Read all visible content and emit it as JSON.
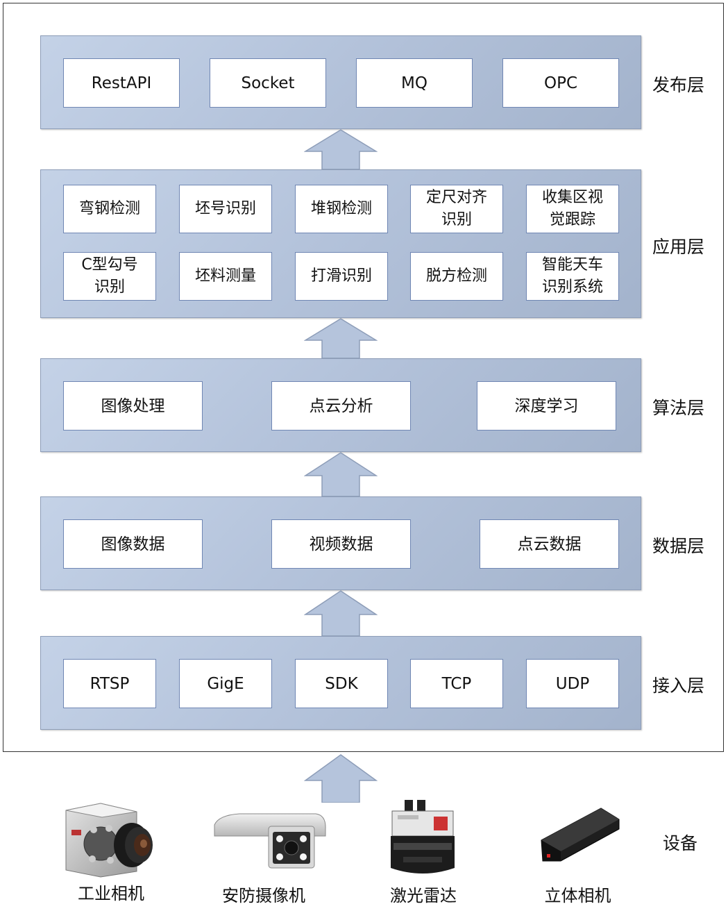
{
  "layers": {
    "publish": {
      "label": "发布层",
      "items": [
        "RestAPI",
        "Socket",
        "MQ",
        "OPC"
      ]
    },
    "application": {
      "label": "应用层",
      "items": [
        "弯钢检测",
        "坯号识别",
        "堆钢检测",
        "定尺对齐\n识别",
        "收集区视\n觉跟踪",
        "C型勾号\n识别",
        "坯料测量",
        "打滑识别",
        "脱方检测",
        "智能天车\n识别系统"
      ]
    },
    "algorithm": {
      "label": "算法层",
      "items": [
        "图像处理",
        "点云分析",
        "深度学习"
      ]
    },
    "data": {
      "label": "数据层",
      "items": [
        "图像数据",
        "视频数据",
        "点云数据"
      ]
    },
    "access": {
      "label": "接入层",
      "items": [
        "RTSP",
        "GigE",
        "SDK",
        "TCP",
        "UDP"
      ]
    }
  },
  "devices": {
    "label": "设备",
    "items": [
      "工业相机",
      "安防摄像机",
      "激光雷达",
      "立体相机"
    ]
  },
  "colors": {
    "layer_fill": "#b4c3db",
    "box_border": "#6f86b3",
    "arrow_fill": "#b5c4dc"
  }
}
